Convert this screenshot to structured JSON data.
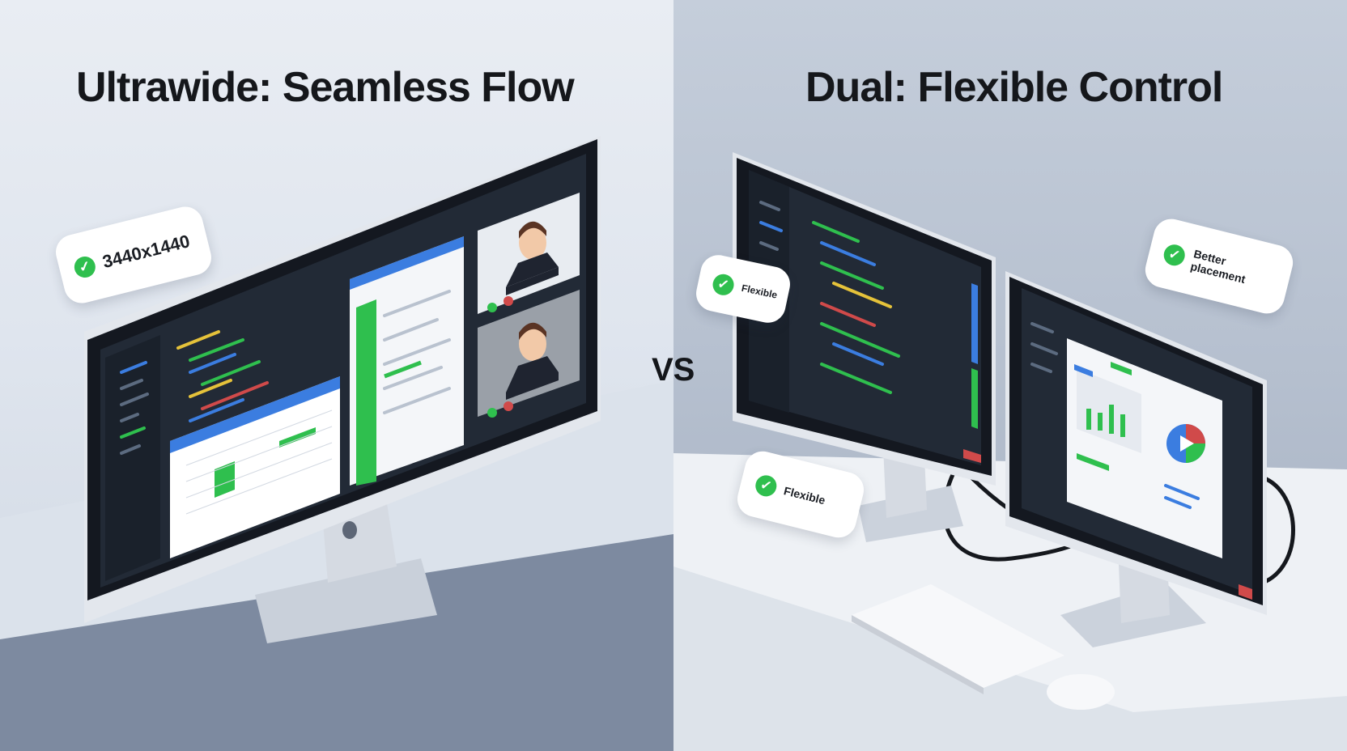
{
  "titles": {
    "left": "Ultrawide: Seamless Flow",
    "right": "Dual: Flexible Control",
    "versus": "VS"
  },
  "callouts": {
    "resolution": "3440x1440",
    "left_monitor_note": "Flexible",
    "right_monitor_note": "Better placement",
    "desk_note": "Flexible"
  },
  "colors": {
    "accent_green": "#2fbf4e",
    "accent_blue": "#3b7de0",
    "screen_dark": "#1f2733",
    "bezel": "#141820",
    "stand_silver": "#d8dde5"
  }
}
